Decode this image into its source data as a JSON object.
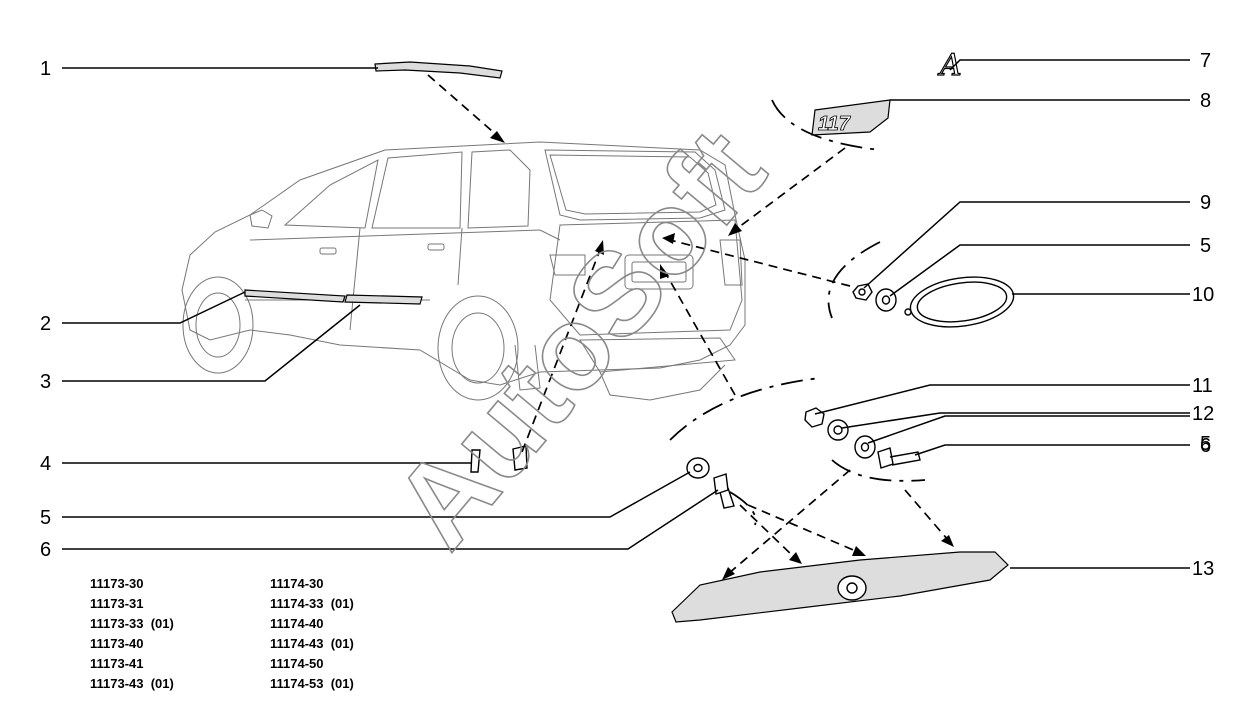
{
  "diagram": {
    "watermark": "AutoSoft",
    "callouts": [
      {
        "id": "c1",
        "label": "1"
      },
      {
        "id": "c2",
        "label": "2"
      },
      {
        "id": "c3",
        "label": "3"
      },
      {
        "id": "c4",
        "label": "4"
      },
      {
        "id": "c5a",
        "label": "5"
      },
      {
        "id": "c6a",
        "label": "6"
      },
      {
        "id": "c7",
        "label": "7"
      },
      {
        "id": "c8",
        "label": "8"
      },
      {
        "id": "c9",
        "label": "9"
      },
      {
        "id": "c5b",
        "label": "5"
      },
      {
        "id": "c10",
        "label": "10"
      },
      {
        "id": "c11",
        "label": "11"
      },
      {
        "id": "c12",
        "label": "12"
      },
      {
        "id": "c5c",
        "label": "5"
      },
      {
        "id": "c6b",
        "label": "6"
      },
      {
        "id": "c13",
        "label": "13"
      }
    ],
    "model_codes": {
      "left": [
        "11173-30",
        "11173-31",
        "11173-33  (01)",
        "11173-40",
        "11173-41",
        "11173-43  (01)"
      ],
      "right": [
        "11174-30",
        "11174-33  (01)",
        "11174-40",
        "11174-43  (01)",
        "11174-50",
        "11174-53  (01)"
      ]
    }
  }
}
